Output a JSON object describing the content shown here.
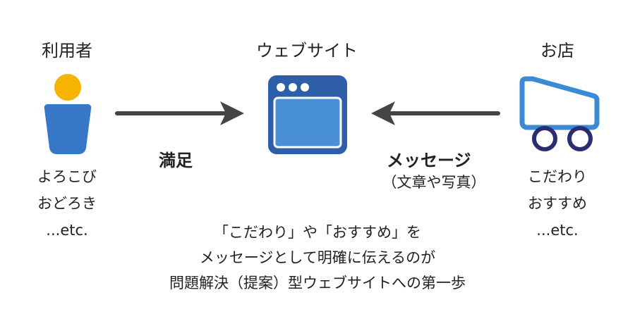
{
  "user": {
    "title": "利用者",
    "lines": [
      "よろこび",
      "おどろき",
      "...etc."
    ]
  },
  "website": {
    "title": "ウェブサイト"
  },
  "shop": {
    "title": "お店",
    "lines": [
      "こだわり",
      "おすすめ",
      "...etc."
    ]
  },
  "arrows": {
    "left_label": "満足",
    "right_label": "メッセージ",
    "right_sublabel": "（文章や写真）"
  },
  "caption": {
    "lines": [
      "「こだわり」や「おすすめ」を",
      "メッセージとして明確に伝えるのが",
      "問題解決（提案）型ウェブサイトへの第一歩"
    ]
  },
  "colors": {
    "person_head": "#f5b400",
    "person_body": "#3777c8",
    "browser_frame": "#2e5ea8",
    "browser_screen": "#4a90d6",
    "cart_outline": "#3a8ad6",
    "cart_wheel": "#2b2d6e",
    "arrow": "#444444"
  },
  "icons": [
    "person-icon",
    "browser-window-icon",
    "shop-cart-icon"
  ]
}
